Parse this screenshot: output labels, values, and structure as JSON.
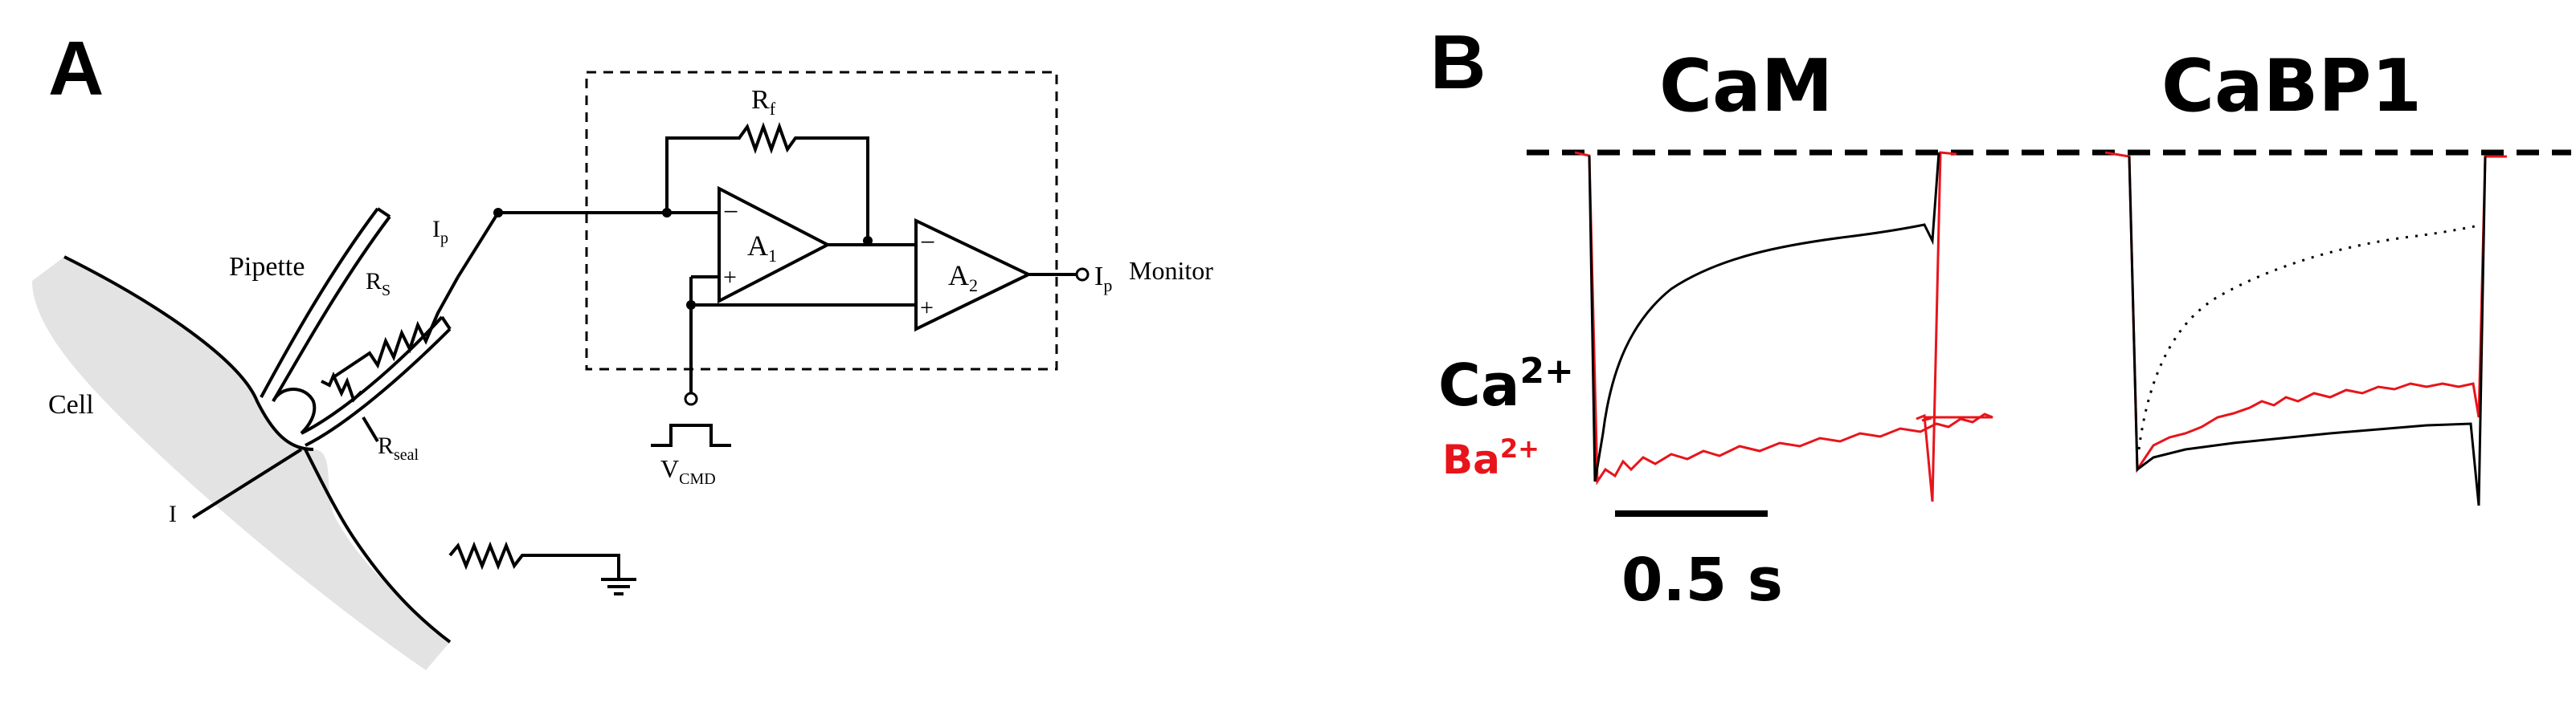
{
  "panel_a": {
    "letter": "A",
    "labels": {
      "pipette": "Pipette",
      "cell": "Cell",
      "ip": "I",
      "ip_sub": "p",
      "rs": "R",
      "rs_sub": "S",
      "rf": "R",
      "rf_sub": "f",
      "rseal": "R",
      "rseal_sub": "seal",
      "a1": "A",
      "a1_sub": "1",
      "a2": "A",
      "a2_sub": "2",
      "vcmd": "V",
      "vcmd_sub": "CMD",
      "current": "I",
      "monitor_i": "I",
      "monitor_sub": "p",
      "monitor": "Monitor",
      "minus": "−",
      "plus": "+"
    }
  },
  "panel_b": {
    "letter": "B",
    "headers": [
      "CaM",
      "CaBP1"
    ],
    "ions": {
      "ca": "Ca",
      "ca_sup": "2+",
      "ba": "Ba",
      "ba_sup": "2+"
    },
    "ion_colors": {
      "ca": "#000000",
      "ba": "#e8141b"
    },
    "scale_bar": "0.5 s"
  }
}
